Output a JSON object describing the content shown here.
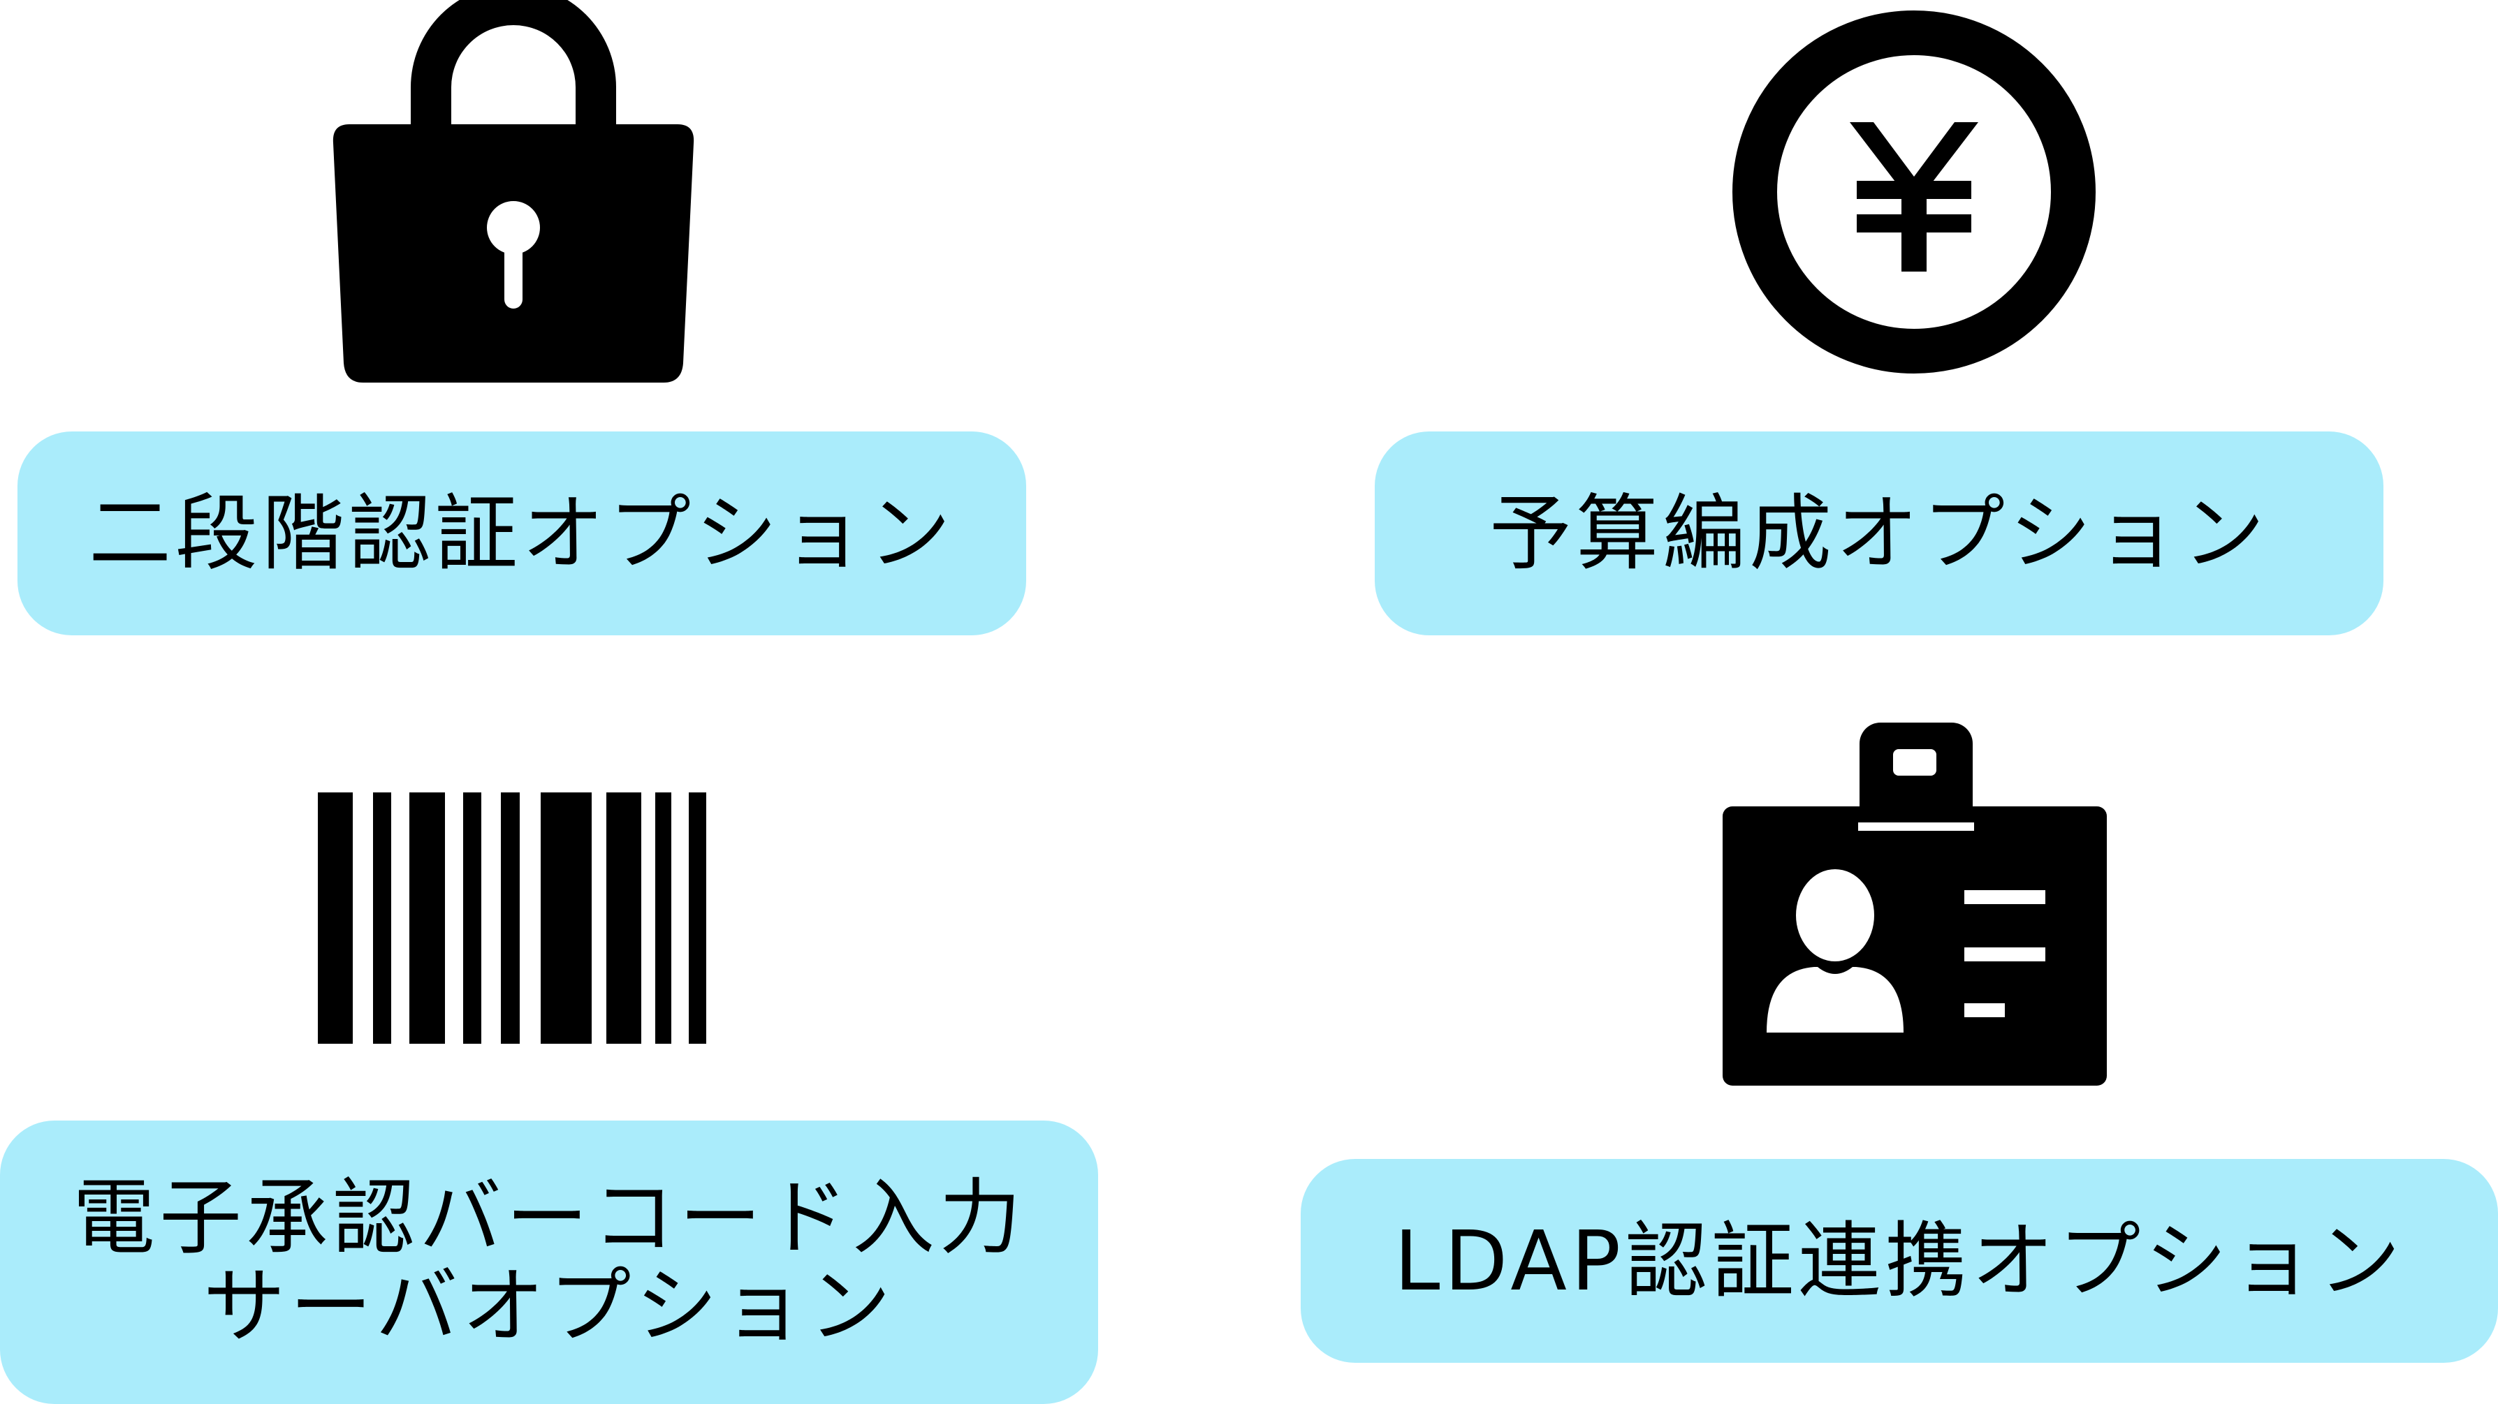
{
  "options": [
    {
      "label": "二段階認証オプション",
      "icon": "lock-icon"
    },
    {
      "label": "予算編成オプション",
      "icon": "yen-coin-icon"
    },
    {
      "label_line1": "電子承認バーコード入力",
      "label_line2": "サーバオプション",
      "icon": "barcode-icon"
    },
    {
      "label": "LDAP認証連携オプション",
      "icon": "id-badge-icon"
    }
  ],
  "colors": {
    "pill_background": "#aaecfb",
    "icon": "#000000",
    "text": "#000000",
    "background": "#ffffff"
  }
}
